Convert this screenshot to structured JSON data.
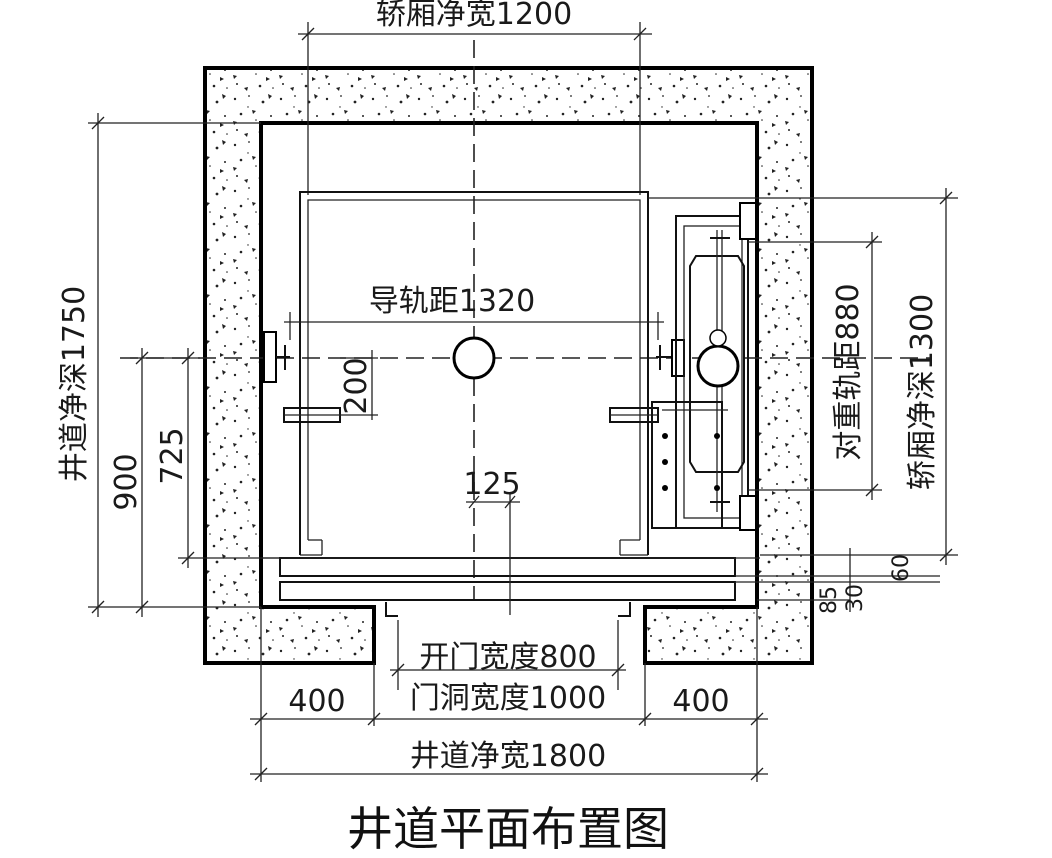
{
  "title": "井道平面布置图",
  "labels": {
    "car_clear_width": "轿厢净宽1200",
    "rail_distance": "导轨距1320",
    "shaft_clear_depth": "井道净深1750",
    "dim_900": "900",
    "dim_725": "725",
    "dim_200": "200",
    "dim_125": "125",
    "cwt_rail_distance": "对重轨距880",
    "car_clear_depth": "轿厢净深1300",
    "dim_85": "85",
    "dim_30": "30",
    "dim_60": "60",
    "door_open_width": "开门宽度800",
    "door_hole_width": "门洞宽度1000",
    "left_wall_400": "400",
    "right_wall_400": "400",
    "shaft_clear_width": "井道净宽1800"
  }
}
